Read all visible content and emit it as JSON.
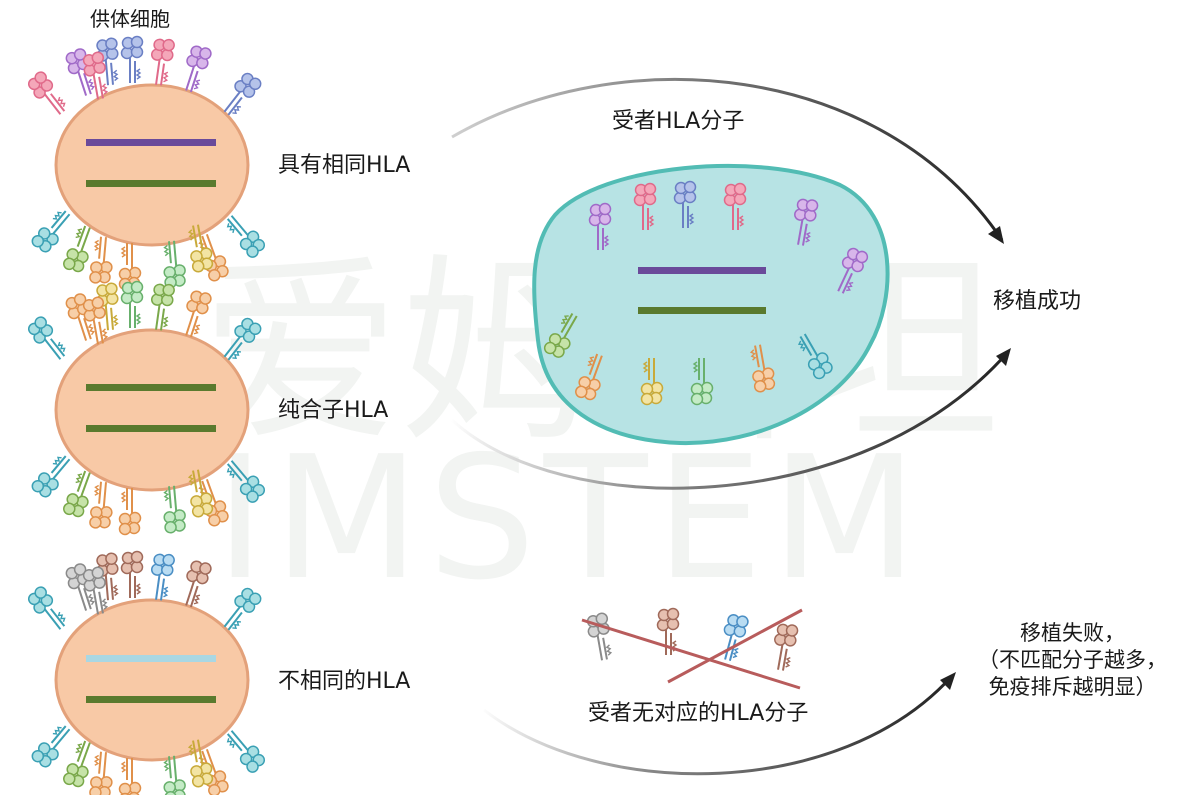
{
  "labels": {
    "donor_cell": "供体细胞",
    "same_hla": "具有相同HLA",
    "homozygous_hla": "纯合子HLA",
    "different_hla": "不相同的HLA",
    "recipient_hla_molecule": "受者HLA分子",
    "success": "移植成功",
    "failure_line1": "移植失败，",
    "failure_line2": "（不匹配分子越多，",
    "failure_line3": "免疫排斥越明显）",
    "no_match": "受者无对应的HLA分子"
  },
  "watermark": {
    "cn": "爱姆斯坦",
    "en": "IMSTEM"
  },
  "colors": {
    "cell_fill": "#f8c9a6",
    "cell_stroke": "#e3a17a",
    "recipient_fill": "#b7e3e4",
    "recipient_stroke": "#52bcb4",
    "purple_bar": "#6a4a9a",
    "green_bar": "#5a7a2e",
    "light_blue_bar": "#a9d7e3",
    "cross": "#b85c5c",
    "arrow": "#222222"
  }
}
